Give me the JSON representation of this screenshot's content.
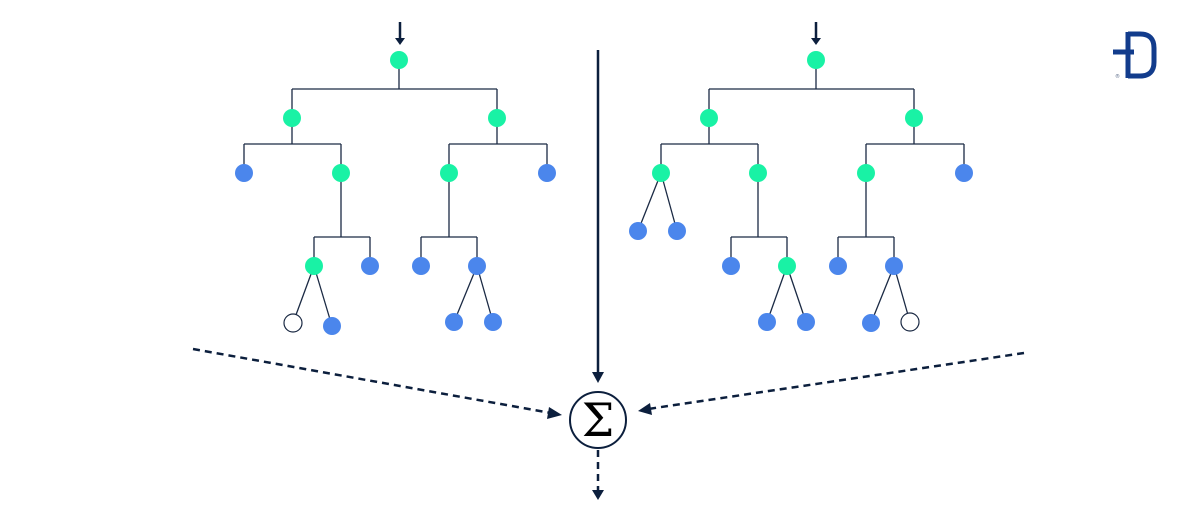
{
  "colors": {
    "split_node": "#19f2a5",
    "leaf_node": "#4b86ec",
    "empty_node": "#ffffff",
    "edge": "#1b2a44",
    "arrow": "#0c1f3d",
    "logo": "#123c8c"
  },
  "aggregator": {
    "symbol": "Σ"
  },
  "logo": {
    "mark": "®"
  },
  "trees": [
    {
      "nodes": [
        {
          "type": "split"
        },
        {
          "type": "split"
        },
        {
          "type": "split"
        },
        {
          "type": "leaf"
        },
        {
          "type": "split"
        },
        {
          "type": "split"
        },
        {
          "type": "leaf"
        },
        {
          "type": "split"
        },
        {
          "type": "leaf"
        },
        {
          "type": "leaf"
        },
        {
          "type": "leaf"
        },
        {
          "type": "empty"
        },
        {
          "type": "leaf"
        },
        {
          "type": "leaf"
        },
        {
          "type": "leaf"
        }
      ]
    },
    {
      "nodes": [
        {
          "type": "split"
        },
        {
          "type": "split"
        },
        {
          "type": "split"
        },
        {
          "type": "split"
        },
        {
          "type": "split"
        },
        {
          "type": "split"
        },
        {
          "type": "leaf"
        },
        {
          "type": "leaf"
        },
        {
          "type": "leaf"
        },
        {
          "type": "leaf"
        },
        {
          "type": "split"
        },
        {
          "type": "leaf"
        },
        {
          "type": "leaf"
        },
        {
          "type": "leaf"
        },
        {
          "type": "leaf"
        },
        {
          "type": "leaf"
        },
        {
          "type": "empty"
        },
        {
          "type": "leaf"
        }
      ]
    }
  ]
}
